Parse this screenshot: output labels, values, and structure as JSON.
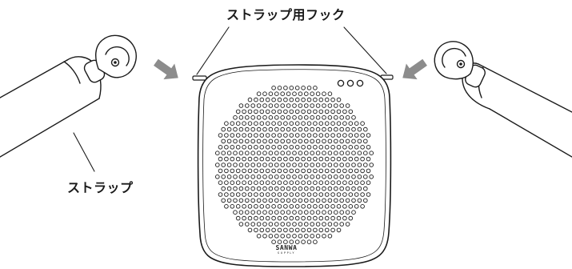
{
  "labels": {
    "hook": "ストラップ用フック",
    "strap": "ストラップ"
  },
  "brand": {
    "name": "SANWA",
    "sub": "SUPPLY"
  },
  "colors": {
    "line": "#1a1a1a",
    "arrow": "#8c8c8c",
    "text": "#1a1a1a",
    "background": "#ffffff"
  },
  "icons": {
    "arrow": "gray-block-arrow-icon",
    "speaker_grille": "speaker-grille-icon",
    "indicator": "indicator-dot-icon"
  }
}
